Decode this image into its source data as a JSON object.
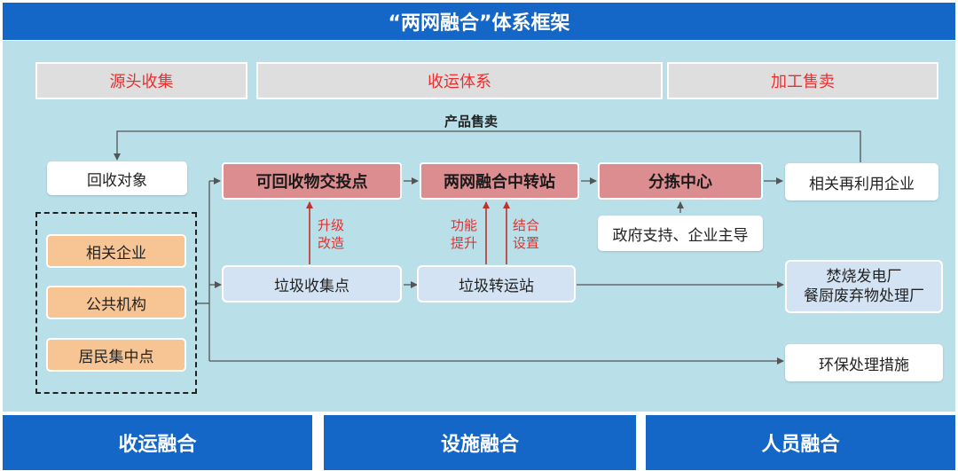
{
  "title": "“两网融合”体系框架",
  "headers": [
    "源头收集",
    "收运体系",
    "加工售卖"
  ],
  "product_sale_label": "产品售卖",
  "recycle_target": "回收对象",
  "pink_nodes": [
    "可回收物交投点",
    "两网融合中转站",
    "分拣中心"
  ],
  "blue_nodes": [
    "垃圾收集点",
    "垃圾转运站"
  ],
  "orange_nodes": [
    "相关企业",
    "公共机构",
    "居民集中点"
  ],
  "upgrade_label": [
    "升级",
    "改造"
  ],
  "function_label": [
    "功能",
    "提升"
  ],
  "combine_label": [
    "结合",
    "设置"
  ],
  "gov_support": "政府支持、企业主导",
  "reuse_enterprise": "相关再利用企业",
  "incineration": [
    "焚烧发电厂",
    "餐厨废弃物处理厂"
  ],
  "env_measures": "环保处理措施",
  "bottom_tabs": [
    "收运融合",
    "设施融合",
    "人员融合"
  ],
  "colors": {
    "primary_blue": "#1466c7",
    "panel_bg": "#b9dfe8",
    "accent_red": "#e8302f",
    "pink_node": "#dc8d8f",
    "orange_node": "#f7c593",
    "blue_node": "#d3e3f3"
  }
}
